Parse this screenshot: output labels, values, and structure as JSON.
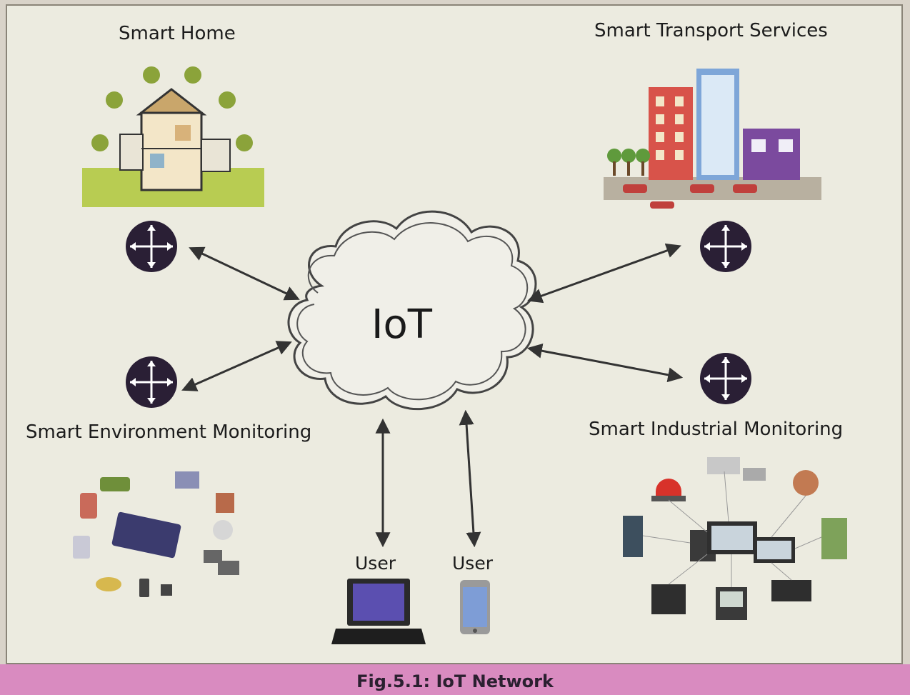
{
  "diagram": {
    "center": "IoT",
    "nodes": {
      "smart_home": "Smart Home",
      "smart_transport": "Smart Transport Services",
      "smart_environment": "Smart Environment Monitoring",
      "smart_industrial": "Smart Industrial Monitoring"
    },
    "users": [
      "User",
      "User"
    ],
    "caption": "Fig.5.1: IoT Network"
  },
  "colors": {
    "hub": "#2a1f35",
    "background": "#ecebe0",
    "caption_bar": "#d98bc0"
  },
  "icons": [
    "router-icon",
    "house-icon",
    "city-buildings-icon",
    "sensor-devices-icon",
    "industrial-devices-icon",
    "laptop-icon",
    "smartphone-icon",
    "cloud-icon"
  ]
}
